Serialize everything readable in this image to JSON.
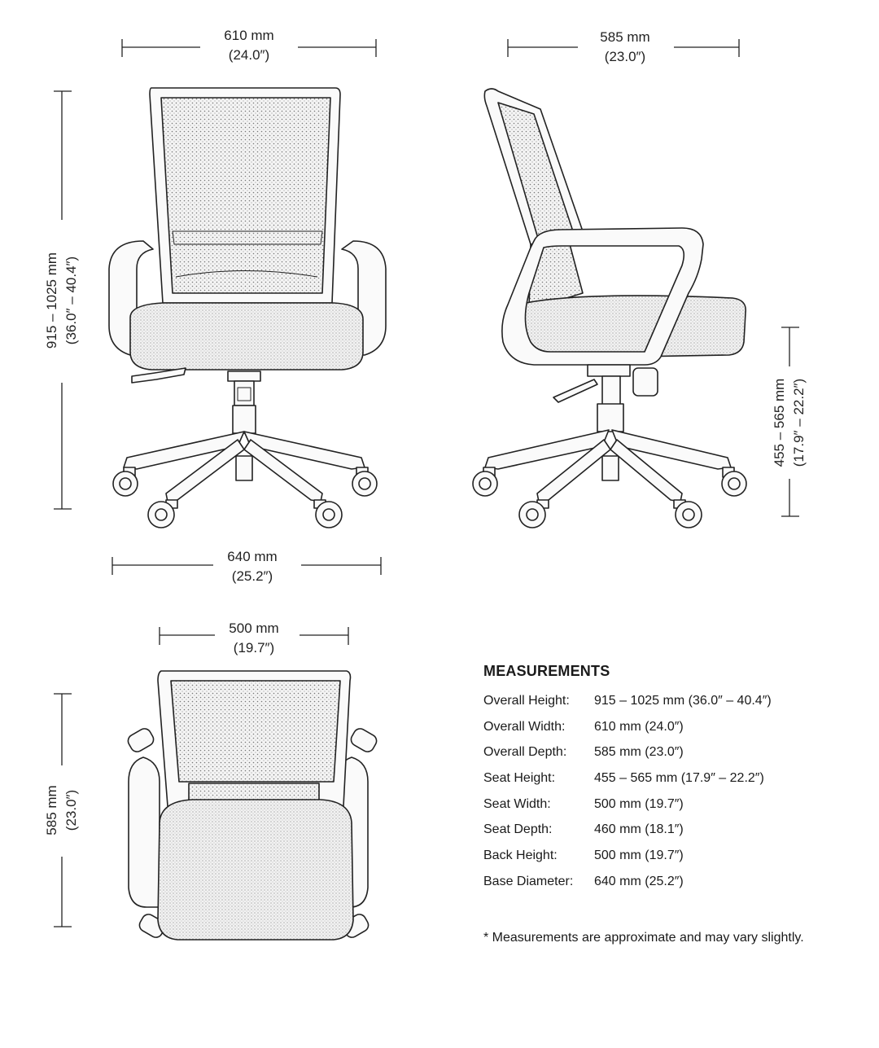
{
  "dimensions": {
    "front_width": {
      "mm": "610 mm",
      "in": "(24.0″)"
    },
    "side_depth": {
      "mm": "585 mm",
      "in": "(23.0″)"
    },
    "overall_height": {
      "mm": "915 – 1025 mm",
      "in": "(36.0″ – 40.4″)"
    },
    "seat_height": {
      "mm": "455 – 565 mm",
      "in": "(17.9″ – 22.2″)"
    },
    "base_diameter": {
      "mm": "640 mm",
      "in": "(25.2″)"
    },
    "seat_width": {
      "mm": "500 mm",
      "in": "(19.7″)"
    },
    "top_depth": {
      "mm": "585 mm",
      "in": "(23.0″)"
    }
  },
  "measurements": {
    "title": "MEASUREMENTS",
    "rows": [
      {
        "label": "Overall Height:",
        "value": "915 – 1025 mm (36.0″ – 40.4″)"
      },
      {
        "label": "Overall Width:",
        "value": "610 mm (24.0″)"
      },
      {
        "label": "Overall Depth:",
        "value": "585 mm (23.0″)"
      },
      {
        "label": "Seat Height:",
        "value": "455 – 565 mm (17.9″ –  22.2″)"
      },
      {
        "label": "Seat Width:",
        "value": "500 mm (19.7″)"
      },
      {
        "label": "Seat Depth:",
        "value": "460 mm (18.1″)"
      },
      {
        "label": "Back Height:",
        "value": "500 mm (19.7″)"
      },
      {
        "label": "Base Diameter:",
        "value": "640 mm (25.2″)"
      }
    ],
    "note": "* Measurements are approximate and may vary slightly."
  }
}
